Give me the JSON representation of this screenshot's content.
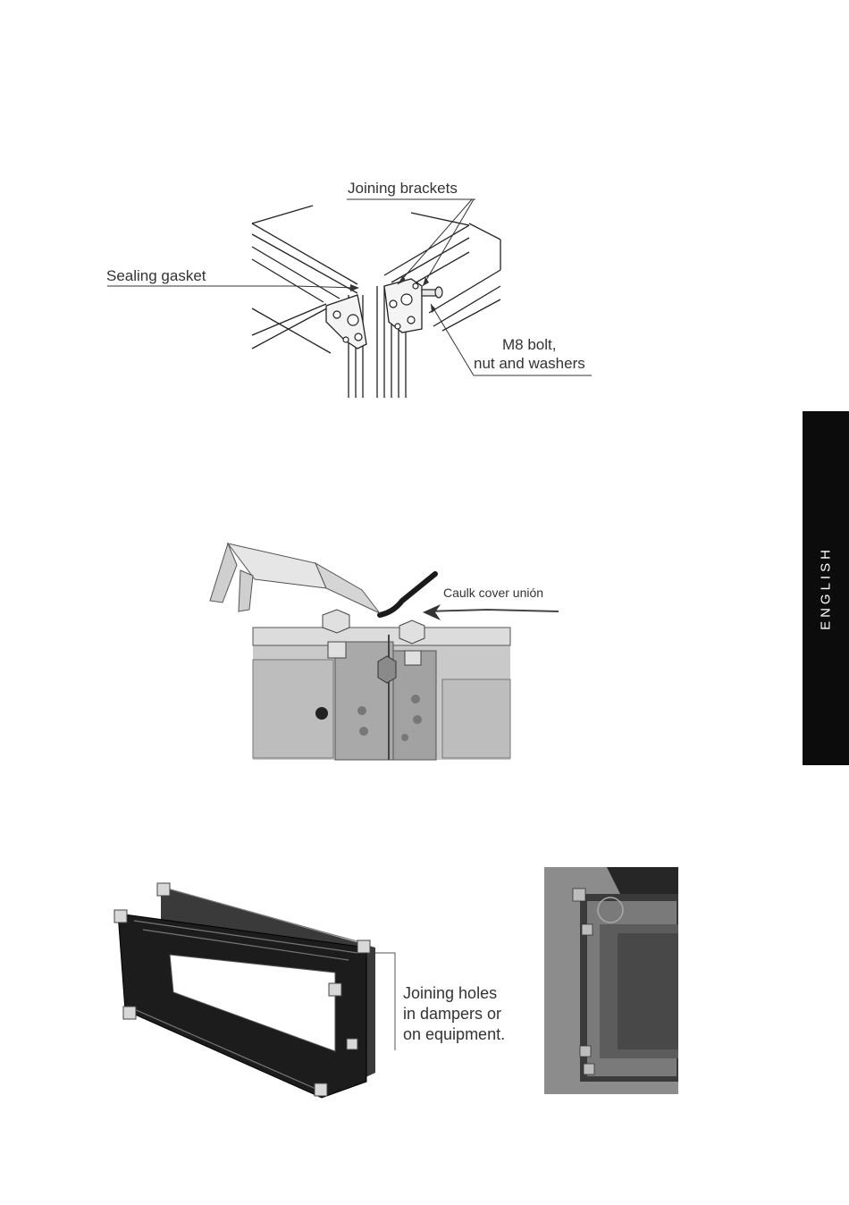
{
  "figure1": {
    "label_joining_brackets": "Joining brackets",
    "label_sealing_gasket": "Sealing gasket",
    "label_bolt_line1": "M8 bolt,",
    "label_bolt_line2": "nut and washers"
  },
  "figure2": {
    "label_caulk": "Caulk cover unión"
  },
  "figure3": {
    "label_line1": "Joining holes",
    "label_line2": "in dampers or",
    "label_line3": "on equipment."
  },
  "side_tab": {
    "text": "ENGLISH",
    "color": "#0c0c0c"
  }
}
